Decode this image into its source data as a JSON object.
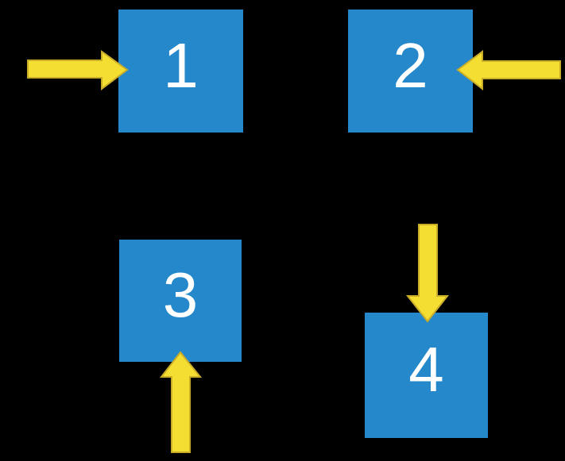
{
  "colors": {
    "background": "#000000",
    "box": "#2588CB",
    "box_text": "#FFFFFF",
    "arrow": "#F5DE32",
    "arrow_outline": "#C9AC28"
  },
  "diagram": {
    "type": "labeled-boxes-with-arrows",
    "boxes": [
      {
        "label": "1",
        "position": "top-left",
        "arrow": {
          "direction": "right",
          "enters_from": "left"
        }
      },
      {
        "label": "2",
        "position": "top-right",
        "arrow": {
          "direction": "left",
          "enters_from": "right"
        }
      },
      {
        "label": "3",
        "position": "bottom-left",
        "arrow": {
          "direction": "up",
          "enters_from": "bottom"
        }
      },
      {
        "label": "4",
        "position": "bottom-right",
        "arrow": {
          "direction": "down",
          "enters_from": "top"
        }
      }
    ]
  }
}
